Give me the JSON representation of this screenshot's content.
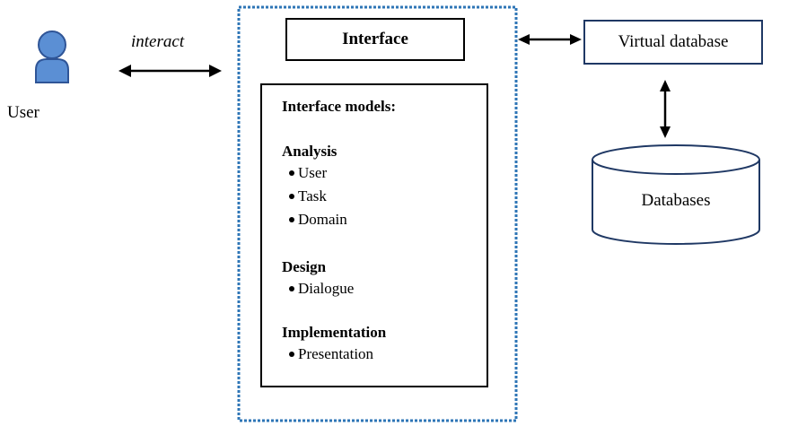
{
  "actors": {
    "user_label": "User"
  },
  "edges": {
    "user_interface_label": "interact"
  },
  "nodes": {
    "interface": "Interface",
    "virtual_database": "Virtual database",
    "databases": "Databases"
  },
  "interface_models": {
    "title": "Interface models:",
    "sections": [
      {
        "title": "Analysis",
        "items": [
          "User",
          "Task",
          "Domain"
        ]
      },
      {
        "title": "Design",
        "items": [
          "Dialogue"
        ]
      },
      {
        "title": "Implementation",
        "items": [
          "Presentation"
        ]
      }
    ]
  },
  "colors": {
    "user_icon_fill": "#5b8fd4",
    "user_icon_stroke": "#2f5597",
    "dotted_border": "#2e75b6",
    "database_border": "#1f3864"
  }
}
